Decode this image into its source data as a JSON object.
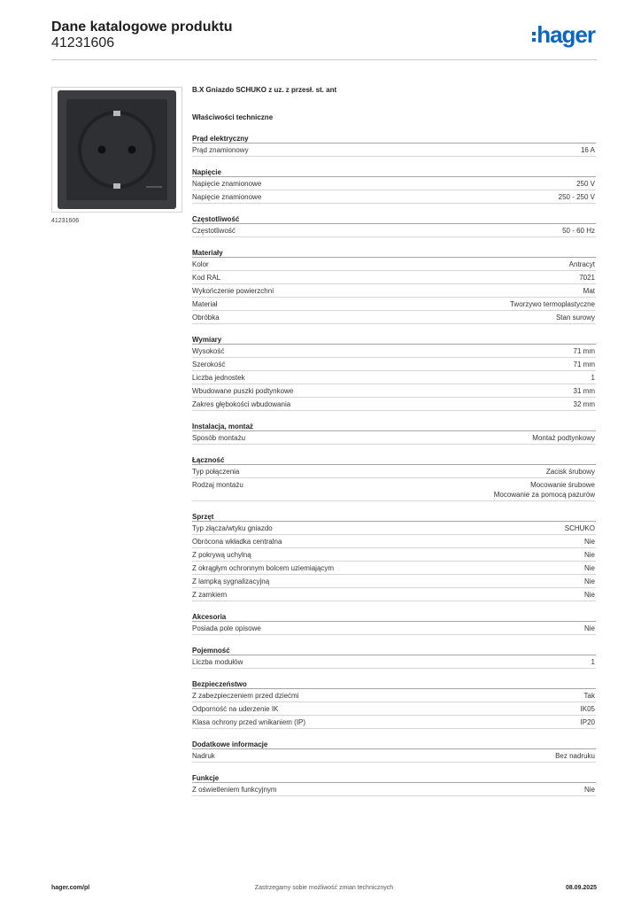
{
  "header": {
    "title": "Dane katalogowe produktu",
    "number": "41231606",
    "logo_text": "hager"
  },
  "photo": {
    "caption": "41231606"
  },
  "product": {
    "name": "B.X Gniazdo SCHUKO z uz. z przesł. st. ant",
    "spec_title": "Właściwości techniczne"
  },
  "sections": [
    {
      "title": "Prąd elektryczny",
      "rows": [
        {
          "k": "Prąd znamionowy",
          "v": [
            "16 A"
          ]
        }
      ]
    },
    {
      "title": "Napięcie",
      "rows": [
        {
          "k": "Napięcie znamionowe",
          "v": [
            "250 V"
          ]
        },
        {
          "k": "Napięcie znamionowe",
          "v": [
            "250 - 250 V"
          ]
        }
      ]
    },
    {
      "title": "Częstotliwość",
      "rows": [
        {
          "k": "Częstotliwość",
          "v": [
            "50 - 60 Hz"
          ]
        }
      ]
    },
    {
      "title": "Materiały",
      "rows": [
        {
          "k": "Kolor",
          "v": [
            "Antracyt"
          ]
        },
        {
          "k": "Kod RAL",
          "v": [
            "7021"
          ]
        },
        {
          "k": "Wykończenie powierzchni",
          "v": [
            "Mat"
          ]
        },
        {
          "k": "Materiał",
          "v": [
            "Tworzywo termoplastyczne"
          ]
        },
        {
          "k": "Obróbka",
          "v": [
            "Stan surowy"
          ]
        }
      ]
    },
    {
      "title": "Wymiary",
      "rows": [
        {
          "k": "Wysokość",
          "v": [
            "71 mm"
          ]
        },
        {
          "k": "Szerokość",
          "v": [
            "71 mm"
          ]
        },
        {
          "k": "Liczba jednostek",
          "v": [
            "1"
          ]
        },
        {
          "k": "Wbudowane puszki podtynkowe",
          "v": [
            "31 mm"
          ]
        },
        {
          "k": "Zakres głębokości wbudowania",
          "v": [
            "32 mm"
          ]
        }
      ]
    },
    {
      "title": "Instalacja, montaż",
      "rows": [
        {
          "k": "Sposób montażu",
          "v": [
            "Montaż podtynkowy"
          ]
        }
      ]
    },
    {
      "title": "Łączność",
      "rows": [
        {
          "k": "Typ połączenia",
          "v": [
            "Zacisk śrubowy"
          ]
        },
        {
          "k": "Rodzaj montażu",
          "v": [
            "Mocowanie śrubowe",
            "Mocowanie za pomocą pazurów"
          ]
        }
      ]
    },
    {
      "title": "Sprzęt",
      "rows": [
        {
          "k": "Typ złącza/wtyku gniazdo",
          "v": [
            "SCHUKO"
          ]
        },
        {
          "k": "Obrócona wkładka centralna",
          "v": [
            "Nie"
          ]
        },
        {
          "k": "Z pokrywą uchylną",
          "v": [
            "Nie"
          ]
        },
        {
          "k": "Z okrągłym ochronnym bolcem uziemiającym",
          "v": [
            "Nie"
          ]
        },
        {
          "k": "Z lampką sygnalizacyjną",
          "v": [
            "Nie"
          ]
        },
        {
          "k": "Z zamkiem",
          "v": [
            "Nie"
          ]
        }
      ]
    },
    {
      "title": "Akcesoria",
      "rows": [
        {
          "k": "Posiada pole opisowe",
          "v": [
            "Nie"
          ]
        }
      ]
    },
    {
      "title": "Pojemność",
      "rows": [
        {
          "k": "Liczba modułów",
          "v": [
            "1"
          ]
        }
      ]
    },
    {
      "title": "Bezpieczeństwo",
      "rows": [
        {
          "k": "Z zabezpieczeniem przed dziećmi",
          "v": [
            "Tak"
          ]
        },
        {
          "k": "Odporność na uderzenie IK",
          "v": [
            "IK05"
          ]
        },
        {
          "k": "Klasa ochrony przed wnikaniem (IP)",
          "v": [
            "IP20"
          ]
        }
      ]
    },
    {
      "title": "Dodatkowe informacje",
      "rows": [
        {
          "k": "Nadruk",
          "v": [
            "Bez nadruku"
          ]
        }
      ]
    },
    {
      "title": "Funkcje",
      "rows": [
        {
          "k": "Z oświetleniem funkcyjnym",
          "v": [
            "Nie"
          ]
        }
      ]
    }
  ],
  "footer": {
    "left": "hager.com/pl",
    "center": "Zastrzegamy sobie możliwość zmian technicznych",
    "right": "08.09.2025"
  },
  "colors": {
    "brand_blue": "#0b65c2",
    "socket_frame": "#3b3d40",
    "socket_face": "#2a2c2f"
  }
}
